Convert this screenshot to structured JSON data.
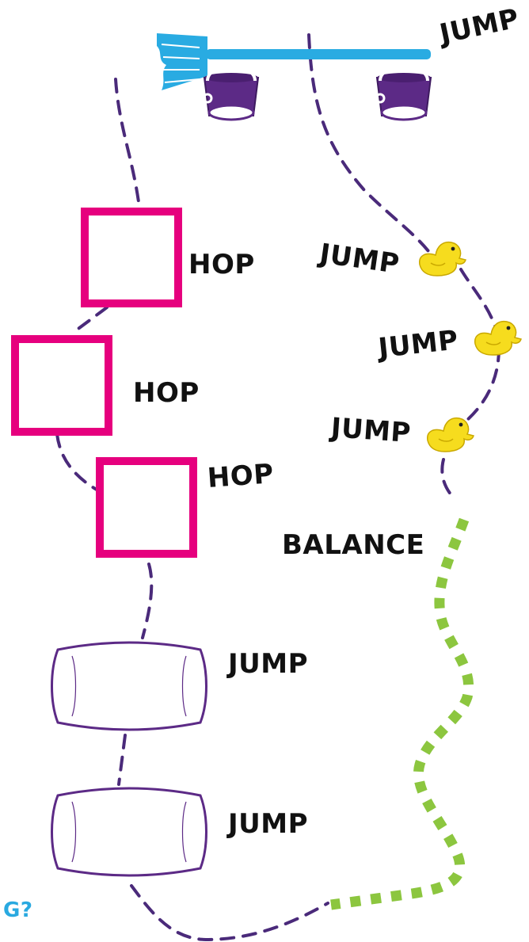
{
  "colors": {
    "path_dashed": "#4a2a7a",
    "balance_beam": "#8cc63f",
    "hop_square": "#e6007e",
    "pillow_outline": "#5c2a86",
    "bucket": "#5c2a86",
    "broom": "#29abe2",
    "duck": "#f6dc1e",
    "label_text": "#111111",
    "continuation_text": "#29a9e0"
  },
  "course": {
    "labels": {
      "jump_broom": "JUMP",
      "jump_duck_1": "JUMP",
      "jump_duck_2": "JUMP",
      "jump_duck_3": "JUMP",
      "hop_1": "HOP",
      "hop_2": "HOP",
      "hop_3": "HOP",
      "balance": "BALANCE",
      "jump_pillow_1": "JUMP",
      "jump_pillow_2": "JUMP"
    },
    "continuation_text": "G?",
    "obstacles": {
      "broom": "broom-icon",
      "buckets": [
        "bucket-icon",
        "bucket-icon"
      ],
      "ducks": [
        "rubber-duck-icon",
        "rubber-duck-icon",
        "rubber-duck-icon"
      ],
      "hop_squares": 3,
      "pillows": [
        "pillow-icon",
        "pillow-icon"
      ]
    }
  }
}
